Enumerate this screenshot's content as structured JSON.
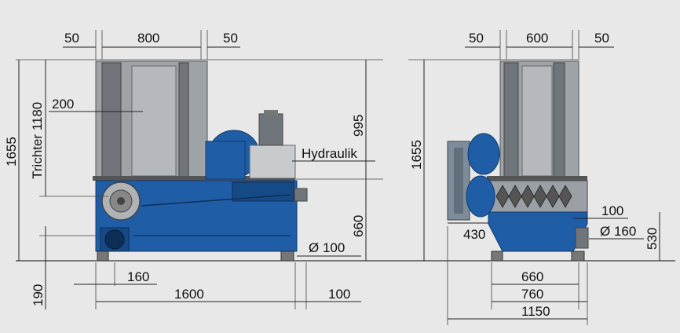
{
  "labels": {
    "front_left_50": "50",
    "front_width_800": "800",
    "front_right_50": "50",
    "side_left_50": "50",
    "side_width_600": "600",
    "side_right_50": "50",
    "trichter_1180": "Trichter 1180",
    "left_1655": "1655",
    "inset_200": "200",
    "h_995": "995",
    "hydraulik": "Hydraulik",
    "h_660": "660",
    "d_100": "Ø 100",
    "base_190": "190",
    "dim_160": "160",
    "dim_1600": "1600",
    "dim_100": "100",
    "side_1655": "1655",
    "side_100": "100",
    "side_430": "430",
    "side_d160": "Ø 160",
    "side_530": "530",
    "side_660": "660",
    "side_760": "760",
    "side_1150": "1150"
  }
}
